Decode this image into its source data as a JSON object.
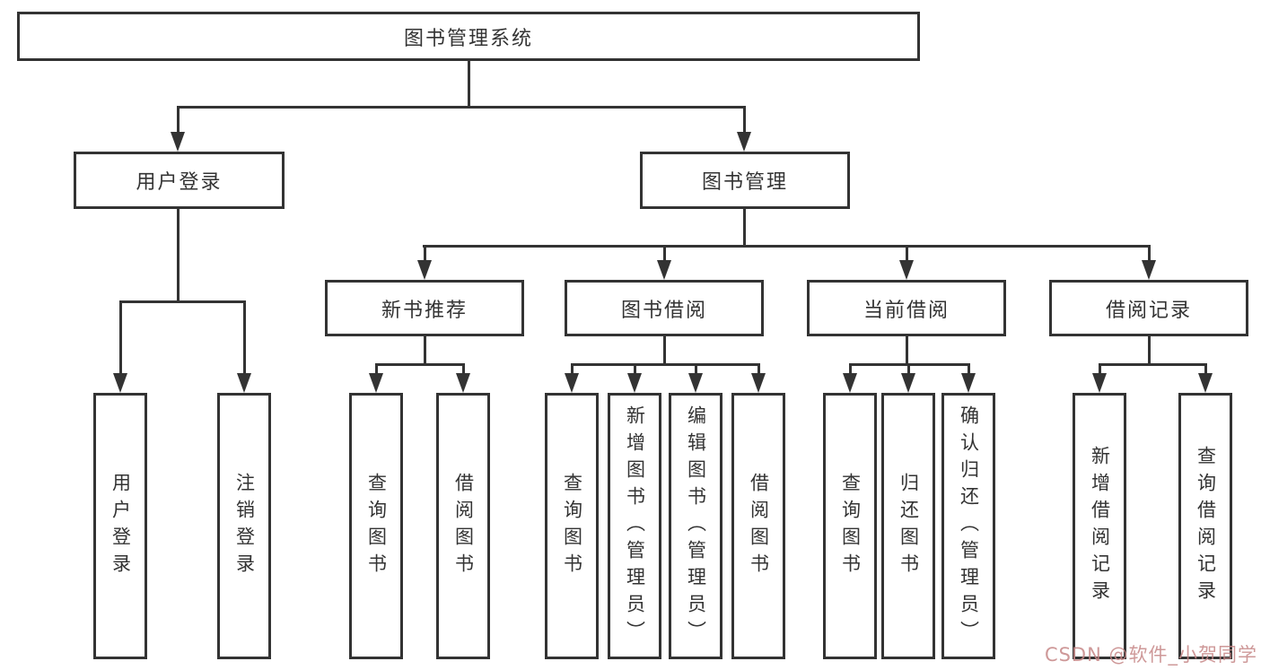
{
  "root": {
    "label": "图书管理系统"
  },
  "user_branch": {
    "label": "用户登录",
    "leaves": [
      {
        "label": "用户登录"
      },
      {
        "label": "注销登录"
      }
    ]
  },
  "book_branch": {
    "label": "图书管理",
    "sections": [
      {
        "label": "新书推荐",
        "leaves": [
          {
            "label": "查询图书"
          },
          {
            "label": "借阅图书"
          }
        ]
      },
      {
        "label": "图书借阅",
        "leaves": [
          {
            "label": "查询图书"
          },
          {
            "label": "新增图书（管理员）"
          },
          {
            "label": "编辑图书（管理员）"
          },
          {
            "label": "借阅图书"
          }
        ]
      },
      {
        "label": "当前借阅",
        "leaves": [
          {
            "label": "查询图书"
          },
          {
            "label": "归还图书"
          },
          {
            "label": "确认归还（管理员）"
          }
        ]
      },
      {
        "label": "借阅记录",
        "leaves": [
          {
            "label": "新增借阅记录"
          },
          {
            "label": "查询借阅记录"
          }
        ]
      }
    ]
  },
  "watermark": {
    "text": "CSDN @软件_小贺同学"
  },
  "colors": {
    "line": "#333333",
    "text": "#333333",
    "background": "#ffffff",
    "watermark": "#c58686"
  }
}
